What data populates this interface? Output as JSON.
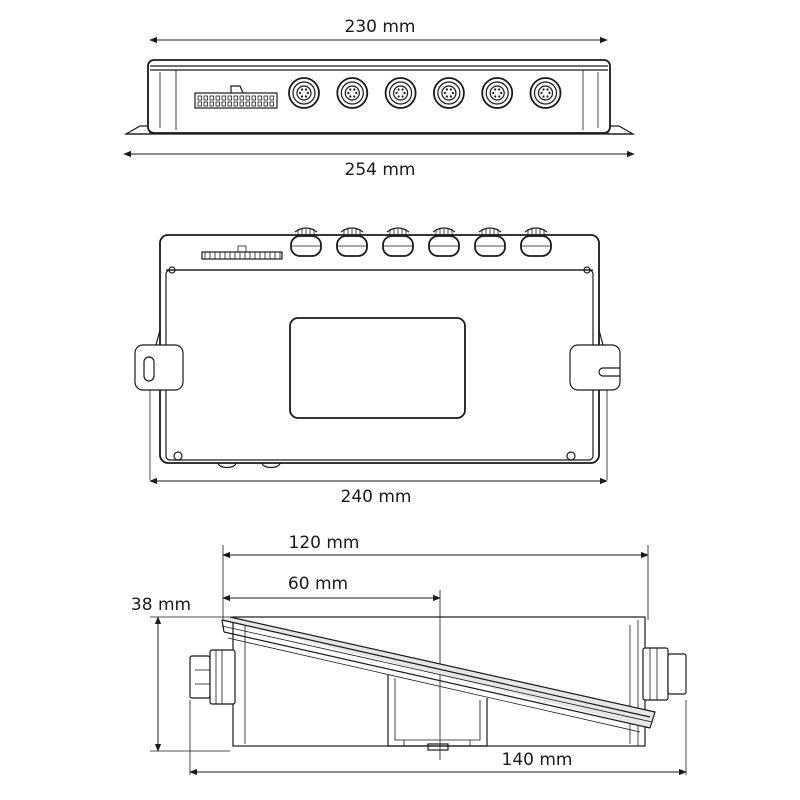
{
  "dimensions": {
    "top_width_inner": "230 mm",
    "top_width_outer": "254 mm",
    "front_width": "240 mm",
    "side_length": "120 mm",
    "side_half": "60 mm",
    "side_height": "38 mm",
    "side_total": "140 mm"
  },
  "colors": {
    "line": "#1a1a1a",
    "background": "#ffffff",
    "shade": "#e6e6e6"
  },
  "connector_count": 6
}
